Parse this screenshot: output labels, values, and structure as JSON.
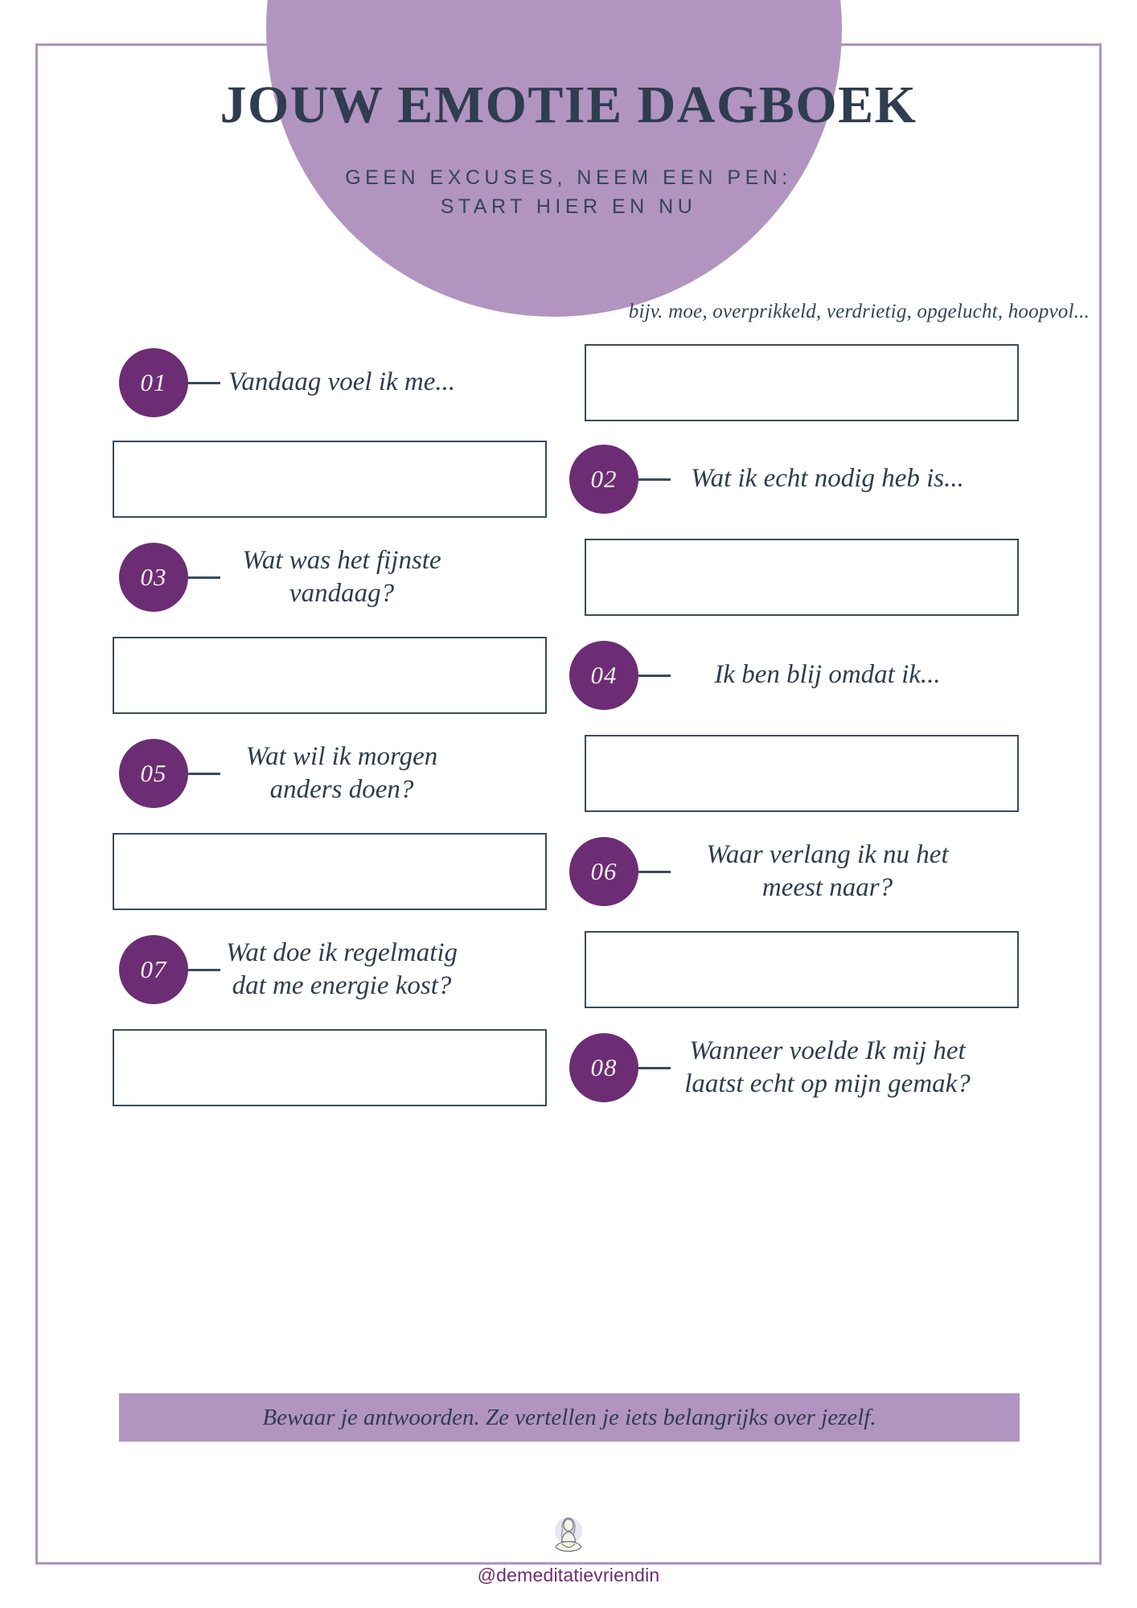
{
  "header": {
    "title": "JOUW EMOTIE DAGBOEK",
    "subtitle_line1": "GEEN EXCUSES, NEEM EEN PEN:",
    "subtitle_line2": "START HIER EN NU"
  },
  "hint": "bijv. moe, overprikkeld, verdrietig, opgelucht, hoopvol...",
  "questions": [
    {
      "number": "01",
      "label": "Vandaag voel ik me...",
      "side": "left",
      "answer": ""
    },
    {
      "number": "02",
      "label": "Wat ik echt nodig heb is...",
      "side": "right",
      "answer": ""
    },
    {
      "number": "03",
      "label": "Wat was het fijnste vandaag?",
      "side": "left",
      "answer": ""
    },
    {
      "number": "04",
      "label": "Ik ben blij omdat ik...",
      "side": "right",
      "answer": ""
    },
    {
      "number": "05",
      "label": "Wat wil ik morgen anders doen?",
      "side": "left",
      "answer": ""
    },
    {
      "number": "06",
      "label": "Waar verlang ik nu het meest naar?",
      "side": "right",
      "answer": ""
    },
    {
      "number": "07",
      "label": "Wat doe ik regelmatig dat me energie kost?",
      "side": "left",
      "answer": ""
    },
    {
      "number": "08",
      "label": "Wanneer voelde Ik mij het laatst echt op mijn gemak?",
      "side": "right",
      "answer": ""
    }
  ],
  "banner": "Bewaar je antwoorden. Ze vertellen je iets belangrijks over jezelf.",
  "footer": {
    "handle": "@demeditatievriendin",
    "logo_icon": "meditating-person-icon"
  },
  "colors": {
    "accent_purple": "#6c2d74",
    "light_purple": "#b294c0",
    "ink": "#2e3d4f",
    "box_border": "#3a4a5d",
    "background": "#ffffff"
  }
}
